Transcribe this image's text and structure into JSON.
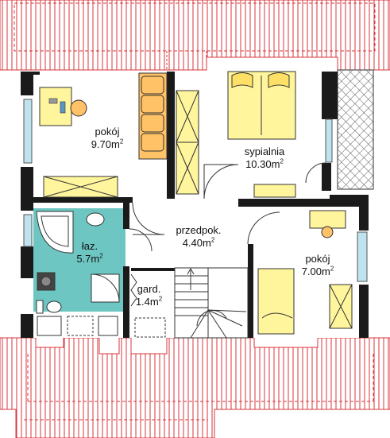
{
  "rooms": {
    "pokoj_left": {
      "name": "pokój",
      "area": "9.70m",
      "unit_sup": "2"
    },
    "sypialnia": {
      "name": "sypialnia",
      "area": "10.30m",
      "unit_sup": "2"
    },
    "przedpok": {
      "name": "przedpok.",
      "area": "4.40m",
      "unit_sup": "2"
    },
    "laz": {
      "name": "łaz.",
      "area": "5.7m",
      "unit_sup": "2"
    },
    "pokoj_right": {
      "name": "pokój",
      "area": "7.00m",
      "unit_sup": "2"
    },
    "gard": {
      "name": "gard.",
      "area": "1.4m",
      "unit_sup": "2"
    }
  },
  "colors": {
    "roof_lines": "#d9363e",
    "wall": "#1a1a1a",
    "furniture": "#fff59d",
    "sofa": "#ffc266",
    "bathroom": "#6ec6c2",
    "window": "#bfe3ee"
  }
}
